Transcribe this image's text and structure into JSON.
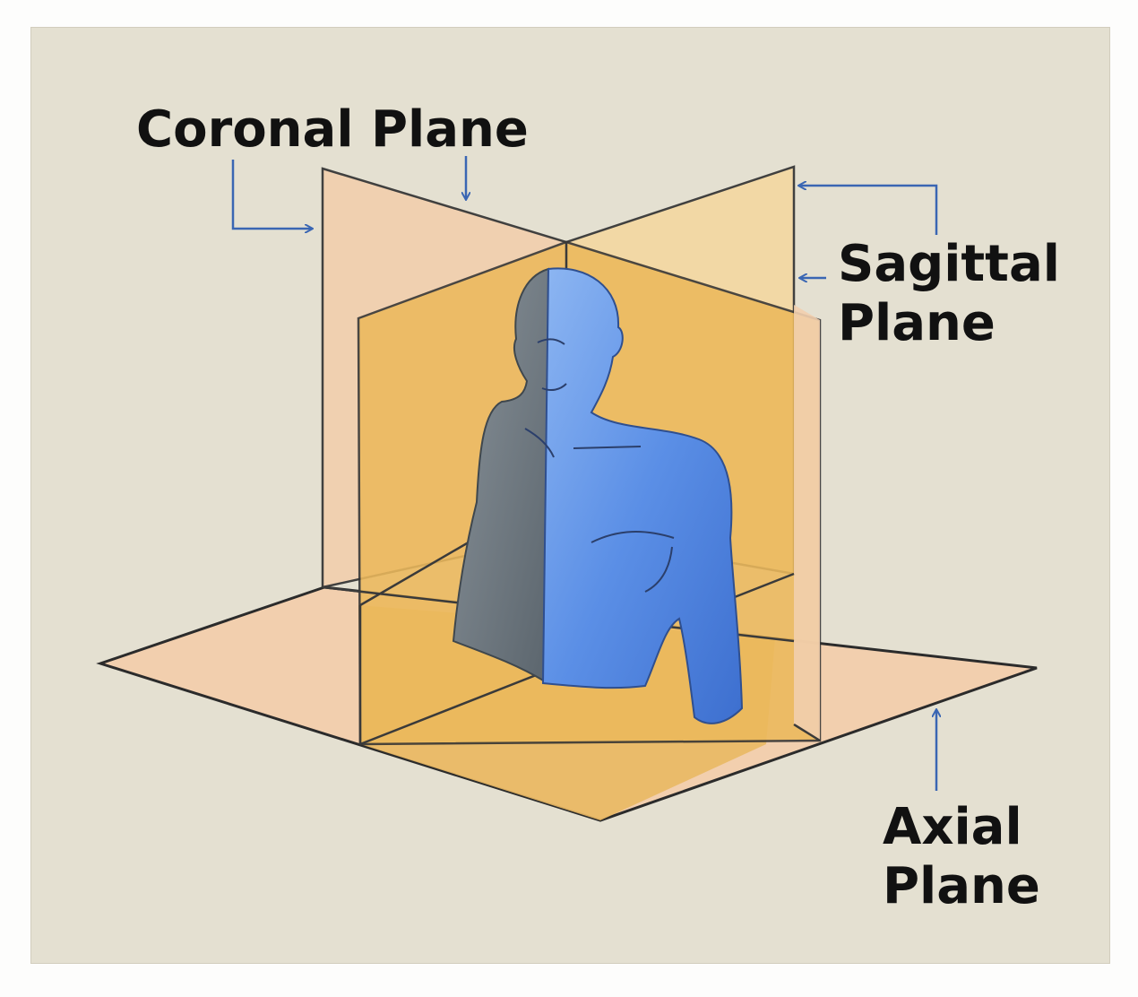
{
  "labels": {
    "coronal": "Coronal Plane",
    "sagittal": [
      "Sagittal",
      "Plane"
    ],
    "axial": [
      "Axial",
      "Plane"
    ]
  },
  "colors": {
    "background": "#e4e0d1",
    "plane_light": "#f2cfae",
    "plane_gold": "#e9b863",
    "figure_blue": "#5c91e8",
    "figure_shadow": "#6f7a82",
    "arrow": "#3a66b3",
    "text": "#111111"
  },
  "icons": [
    "arrow-right-icon",
    "arrow-down-icon",
    "arrow-left-icon",
    "arrow-up-icon"
  ]
}
